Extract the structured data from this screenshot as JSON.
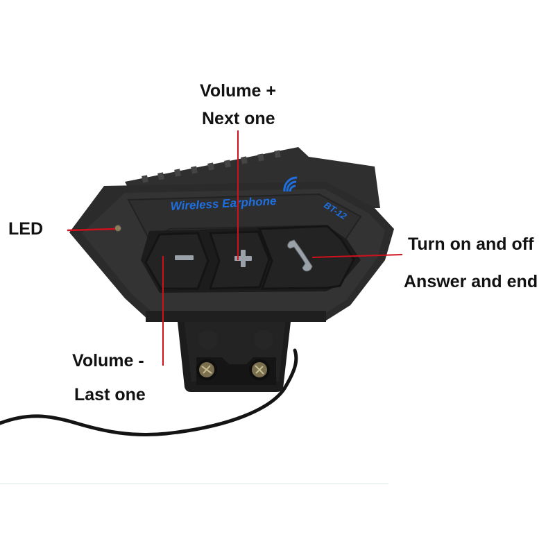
{
  "product": {
    "brand_text": "Wireless Earphone",
    "model_text": "BT-12",
    "brand_color": "#1e6fe0",
    "body_color": "#2b2b2b",
    "callout_line_color": "#d0101c"
  },
  "buttons": [
    {
      "id": "minus",
      "glyph": "−",
      "icon": "minus-icon"
    },
    {
      "id": "plus",
      "glyph": "+",
      "icon": "plus-icon"
    },
    {
      "id": "phone",
      "glyph": "✆",
      "icon": "phone-icon"
    }
  ],
  "callouts": {
    "top": {
      "line1": "Volume +",
      "line2": "Next one"
    },
    "led": {
      "label": "LED"
    },
    "right": {
      "line1": "Turn on and off",
      "line2": "Answer and end"
    },
    "bottom_left": {
      "line1": "Volume -",
      "line2": "Last one"
    }
  }
}
